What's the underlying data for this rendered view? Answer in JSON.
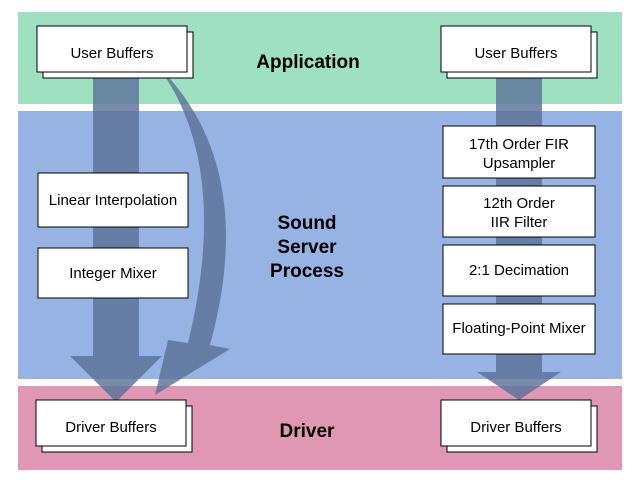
{
  "layers": {
    "application": {
      "label": "Application",
      "color": "#9ee0bf"
    },
    "sound_server": {
      "label_lines": [
        "Sound",
        "Server",
        "Process"
      ],
      "color": "#97b3e3"
    },
    "driver": {
      "label": "Driver",
      "color": "#df97b3"
    }
  },
  "left_path": {
    "top_buffer": "User Buffers",
    "stages": [
      "Linear Interpolation",
      "Integer Mixer"
    ],
    "bottom_buffer": "Driver Buffers"
  },
  "right_path": {
    "top_buffer": "User Buffers",
    "stages": [
      [
        "17th Order FIR",
        "Upsampler"
      ],
      [
        "12th Order",
        "IIR Filter"
      ],
      [
        "2:1 Decimation"
      ],
      [
        "Floating-Point Mixer"
      ]
    ],
    "bottom_buffer": "Driver Buffers"
  },
  "colors": {
    "arrow": "#5c7398",
    "box_fill": "#ffffff",
    "box_stroke": "#000000"
  }
}
